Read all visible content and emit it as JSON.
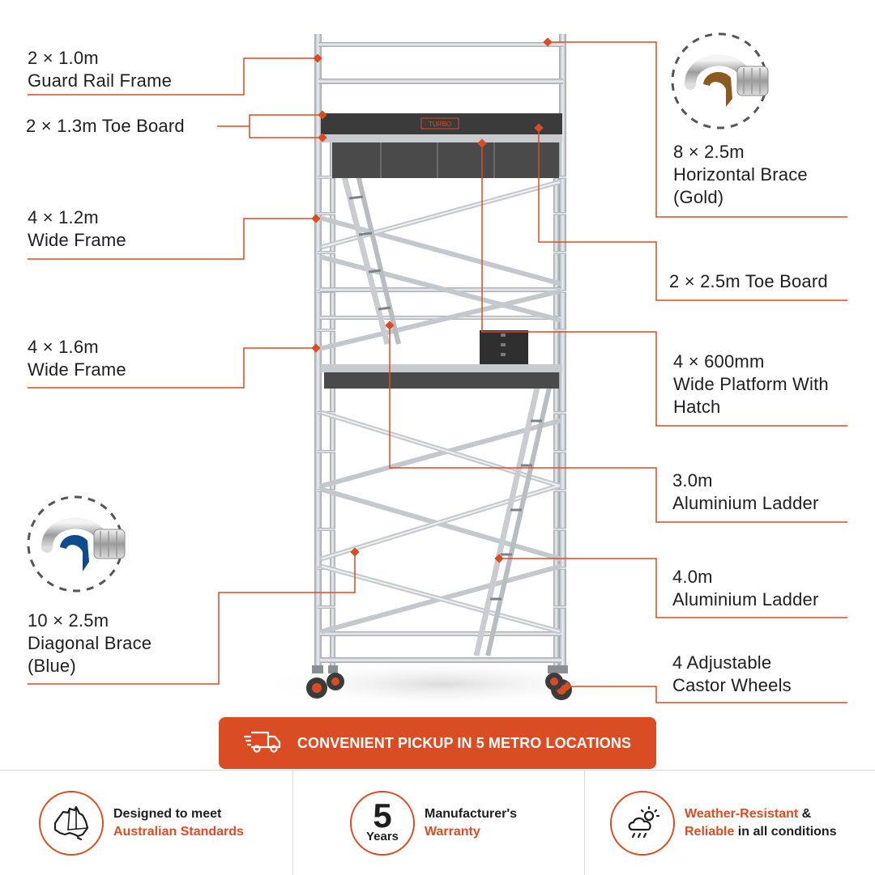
{
  "labels": {
    "guard_rail": [
      "2 × 1.0m",
      "Guard Rail Frame"
    ],
    "toe_board_13": [
      "2 × 1.3m Toe Board"
    ],
    "wide_frame_12": [
      "4 × 1.2m",
      "Wide Frame"
    ],
    "wide_frame_16": [
      "4 × 1.6m",
      "Wide Frame"
    ],
    "diagonal_brace": [
      "10 × 2.5m",
      "Diagonal Brace",
      "(Blue)"
    ],
    "horizontal_brace": [
      "8 × 2.5m",
      "Horizontal Brace",
      "(Gold)"
    ],
    "toe_board_25": [
      "2 × 2.5m Toe Board"
    ],
    "platform": [
      "4 × 600mm",
      "Wide Platform With",
      "Hatch"
    ],
    "ladder_30": [
      "3.0m",
      "Aluminium Ladder"
    ],
    "ladder_40": [
      "4.0m",
      "Aluminium Ladder"
    ],
    "castors": [
      "4 Adjustable",
      "Castor Wheels"
    ]
  },
  "brand": {
    "platform_logo": "TURBO"
  },
  "badge": {
    "text": "CONVENIENT PICKUP IN 5 METRO LOCATIONS",
    "icon": "delivery-van-icon"
  },
  "features": [
    {
      "icon": "australia-map-icon",
      "line1": "Designed to meet",
      "line2": "Australian Standards"
    },
    {
      "icon": "five-years-icon",
      "number": "5",
      "unit": "Years",
      "line1": "Manufacturer's",
      "line2": "Warranty"
    },
    {
      "icon": "weather-icon",
      "accent1": "Weather-Resistant",
      "plain1": " &",
      "accent2": "Reliable",
      "plain2": " in all conditions"
    }
  ],
  "colors": {
    "accent": "#d94c24",
    "text": "#1e1e1e",
    "frame": "#b9bec4",
    "platform": "#3a3a3a",
    "divider": "#d9d9d9"
  }
}
